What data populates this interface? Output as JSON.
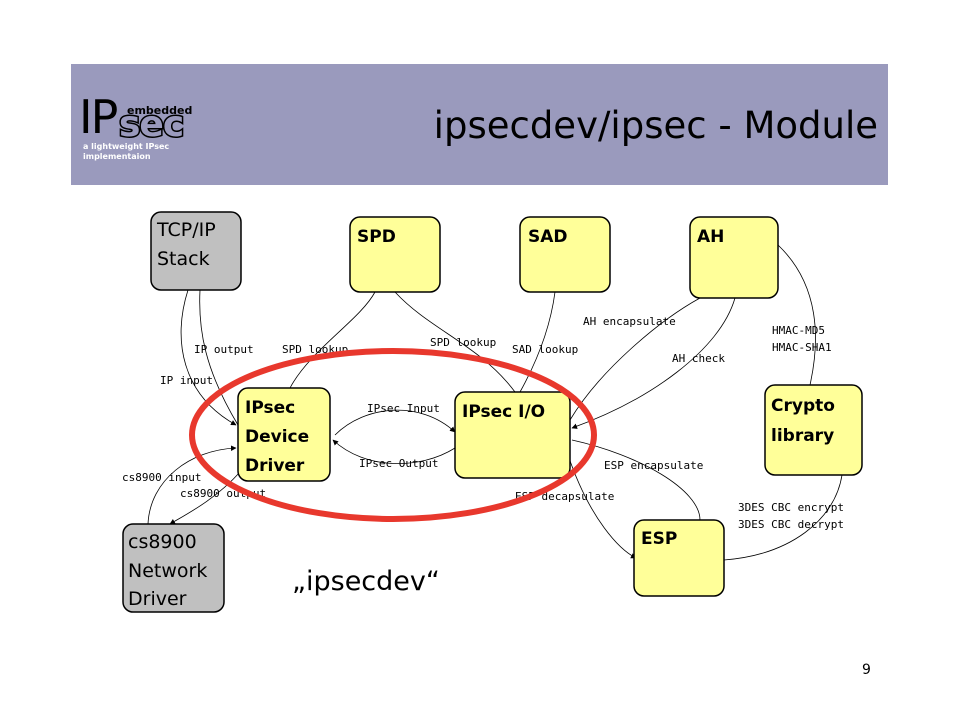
{
  "header": {
    "logo_ip": "IP",
    "logo_embedded": "embedded",
    "logo_sec": "sec",
    "logo_tagline": "a lightweight IPsec implementaion",
    "title": "ipsecdev/ipsec - Module"
  },
  "colors": {
    "header_bg": "#9a9abd",
    "module_fill": "#ffff99",
    "stack_fill": "#c0c0c0",
    "highlight": "#e8382d"
  },
  "nodes": {
    "tcpip": [
      "TCP/IP",
      "Stack"
    ],
    "spd": "SPD",
    "sad": "SAD",
    "ah": "AH",
    "device_driver": [
      "IPsec",
      "Device",
      "Driver"
    ],
    "ipsec_io": "IPsec I/O",
    "crypto": [
      "Crypto",
      "library"
    ],
    "esp": "ESP",
    "cs8900": [
      "cs8900",
      "Network",
      "Driver"
    ]
  },
  "edges": {
    "ip_output": "IP output",
    "ip_input": "IP input",
    "spd_lookup_1": "SPD lookup",
    "spd_lookup_2": "SPD lookup",
    "sad_lookup": "SAD lookup",
    "ah_encapsulate": "AH encapsulate",
    "ah_check": "AH check",
    "hmac_md5": "HMAC-MD5",
    "hmac_sha1": "HMAC-SHA1",
    "ipsec_input": "IPsec Input",
    "ipsec_output": "IPsec Output",
    "esp_encapsulate": "ESP encapsulate",
    "esp_decapsulate": "ESP decapsulate",
    "cs8900_input": "cs8900 input",
    "cs8900_output": "cs8900 output",
    "des_encrypt": "3DES CBC encrypt",
    "des_decrypt": "3DES CBC decrypt"
  },
  "highlight_label": "„ipsecdev“",
  "page_number": "9"
}
